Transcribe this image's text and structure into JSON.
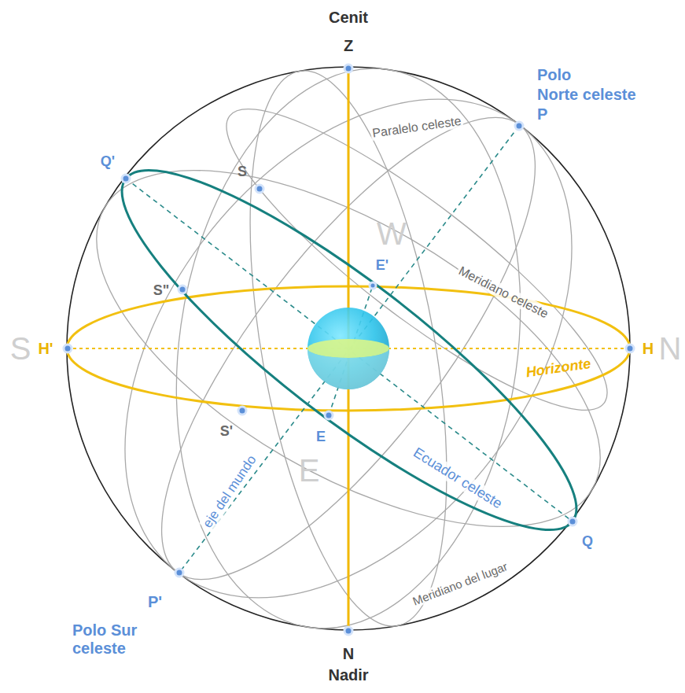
{
  "diagram": {
    "labels": [
      "Cenit",
      "Z",
      "Polo",
      "Norte celeste",
      "P",
      "Paralelo celeste",
      "Q'",
      "S",
      "W",
      "E'",
      "S\"",
      "Meridiano celeste",
      "S",
      "H'",
      "H",
      "N",
      "Horizonte",
      "S'",
      "E",
      "E",
      "Ecuador celeste",
      "eje del mundo",
      "Q",
      "Meridiano del lugar",
      "P'",
      "Polo Sur celeste",
      "N",
      "Nadir"
    ]
  }
}
